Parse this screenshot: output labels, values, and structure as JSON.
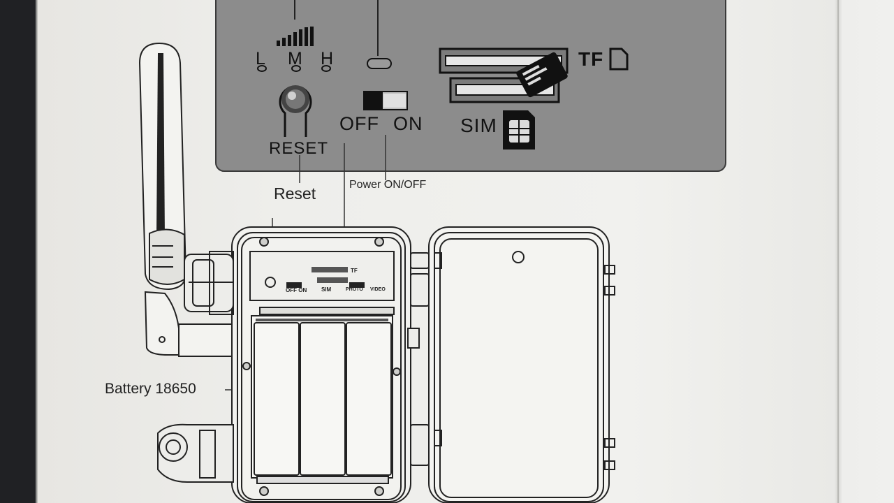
{
  "panel": {
    "led_l": "L",
    "led_m": "M",
    "led_h": "H",
    "reset": "RESET",
    "off": "OFF",
    "on": "ON",
    "tf": "TF",
    "sim": "SIM"
  },
  "callouts": {
    "reset": "Reset",
    "power": "Power ON/OFF",
    "battery": "Battery 18650"
  },
  "mini": {
    "tf": "TF",
    "off_on": "OFF ON",
    "sim": "SIM",
    "photo": "PHOTO",
    "video": "VIDEO"
  },
  "icons": [
    "signal-strength-icon",
    "sd-card-icon",
    "micro-sd-card-icon",
    "sim-card-icon"
  ]
}
